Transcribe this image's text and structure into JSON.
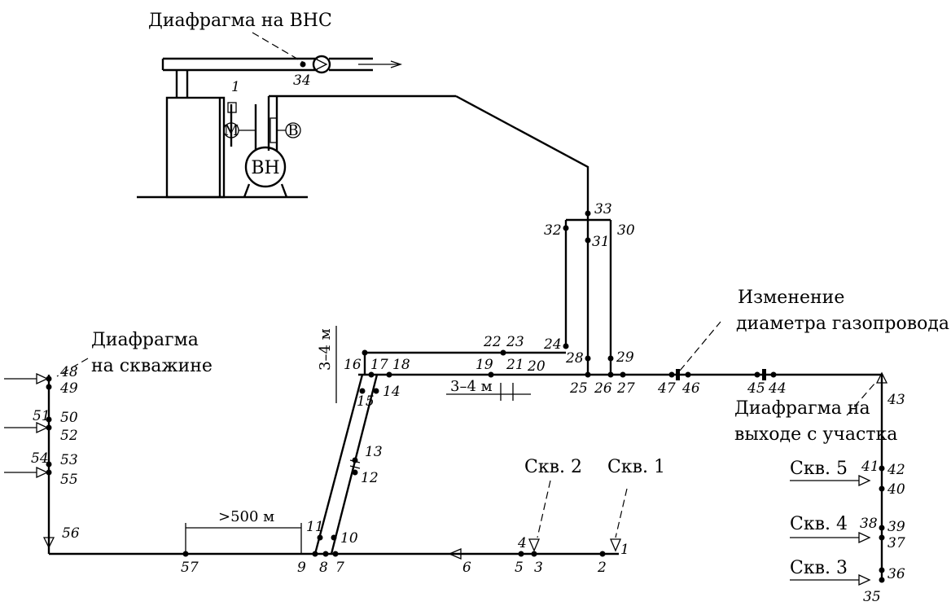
{
  "labels": {
    "vns_diaphragm": "Диафрагма на ВНС",
    "vn": "ВН",
    "m": "М",
    "v": "В",
    "well_diaphragm_1": "Диафрагма",
    "well_diaphragm_2": "на скважине",
    "diameter_change_1": "Изменение",
    "diameter_change_2": "диаметра газопровода",
    "outlet_diaphragm_1": "Диафрагма на",
    "outlet_diaphragm_2": "выходе с участка",
    "skv1": "Скв. 1",
    "skv2": "Скв. 2",
    "skv3": "Скв. 3",
    "skv4": "Скв. 4",
    "skv5": "Скв. 5",
    "dist_500": ">500 м",
    "dist_34_v": "3–4 м",
    "dist_34_h": "3–4 м"
  },
  "points": {
    "p1": "1",
    "p1b": "1",
    "p2": "2",
    "p3": "3",
    "p4": "4",
    "p5": "5",
    "p6": "6",
    "p7": "7",
    "p8": "8",
    "p9": "9",
    "p10": "10",
    "p11": "11",
    "p12": "12",
    "p13": "13",
    "p14": "14",
    "p15": "15",
    "p16": "16",
    "p17": "17",
    "p18": "18",
    "p19": "19",
    "p20": "20",
    "p21": "21",
    "p22": "22",
    "p23": "23",
    "p24": "24",
    "p25": "25",
    "p26": "26",
    "p27": "27",
    "p28": "28",
    "p29": "29",
    "p30": "30",
    "p31": "31",
    "p32": "32",
    "p33": "33",
    "p34": "34",
    "p35": "35",
    "p36": "36",
    "p37": "37",
    "p38": "38",
    "p39": "39",
    "p40": "40",
    "p41": "41",
    "p42": "42",
    "p43": "43",
    "p44": "44",
    "p45": "45",
    "p46": "46",
    "p47": "47",
    "p48": "48",
    "p49": "49",
    "p50": "50",
    "p51": "51",
    "p52": "52",
    "p53": "53",
    "p54": "54",
    "p55": "55",
    "p56": "56",
    "p57": "57"
  }
}
